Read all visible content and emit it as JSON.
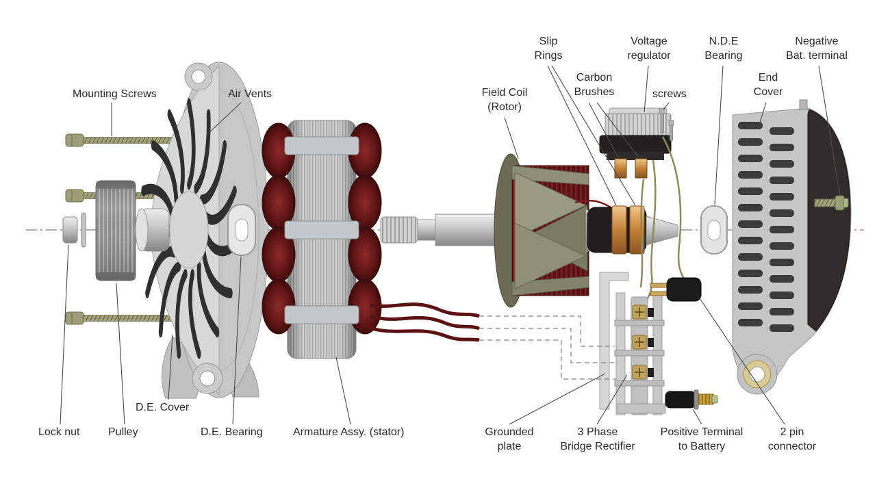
{
  "diagram_title": "Alternator exploded parts diagram",
  "colors": {
    "metal_light": "#c6c6c6",
    "winding_maroon": "#5e1414",
    "copper": "#c2803a",
    "screw_olive": "#9d9d78",
    "housing_dark": "#302c29",
    "label_text": "#2b2b2b"
  },
  "labels": {
    "mounting_screws": "Mounting Screws",
    "air_vents": "Air Vents",
    "field_coil": "Field Coil\n(Rotor)",
    "slip_rings": "Slip\nRings",
    "carbon_brushes": "Carbon\nBrushes",
    "voltage_regulator": "Voltage\nregulator",
    "screws": "screws",
    "nde_bearing": "N.D.E\nBearing",
    "end_cover": "End\nCover",
    "negative_terminal": "Negative\nBat. terminal",
    "lock_nut": "Lock nut",
    "pulley": "Pulley",
    "de_cover": "D.E. Cover",
    "de_bearing": "D.E. Bearing",
    "armature": "Armature Assy. (stator)",
    "grounded_plate": "Grounded\nplate",
    "rectifier": "3 Phase\nBridge Rectifier",
    "positive_terminal": "Positive Terminal\nto Battery",
    "two_pin_connector": "2 pin\nconnector"
  }
}
